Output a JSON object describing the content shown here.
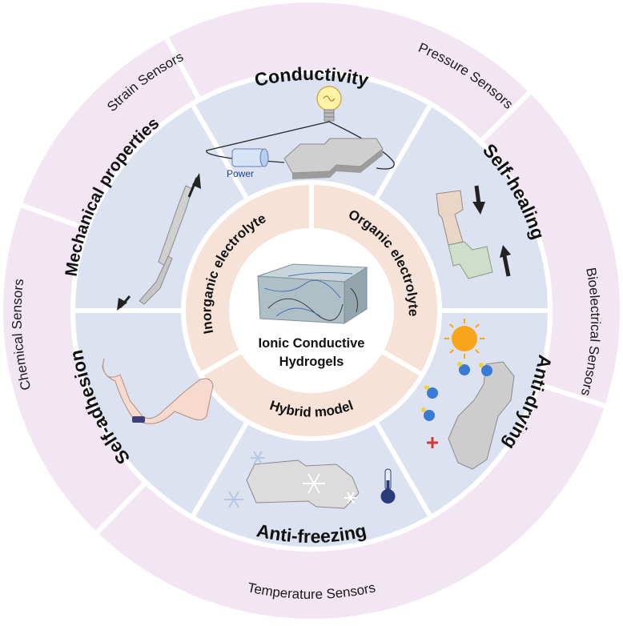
{
  "colors": {
    "outer_ring": "#f1e6f1",
    "middle_ring": "#dde2f1",
    "inner_ring": "#f6e2d6",
    "center": "#ffffff",
    "separator": "#ffffff"
  },
  "outer_ring": {
    "labels": [
      "Strain Sensors",
      "Pressure Sensors",
      "Bioelectrical Sensors",
      "Temperature Sensors",
      "Chemical Sensors"
    ]
  },
  "middle_ring": {
    "labels": [
      "Conductivity",
      "Self-healing",
      "Anti-drying",
      "Anti-freezing",
      "Self-adhesion",
      "Mechanical properties"
    ]
  },
  "inner_ring": {
    "labels": [
      "Organic electrolyte",
      "Hybrid model",
      "Inorganic electrolyte"
    ]
  },
  "center": {
    "line1": "Ionic Conductive",
    "line2": "Hydrogels"
  },
  "annotations": {
    "power": "Power"
  }
}
